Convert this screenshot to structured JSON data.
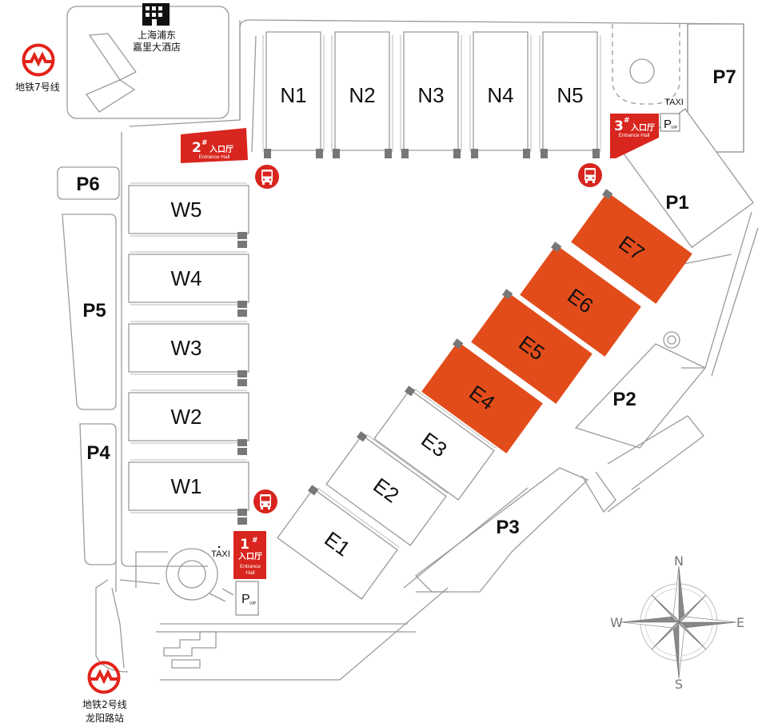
{
  "hotel": {
    "line1": "上海浦东",
    "line2": "嘉里大酒店"
  },
  "metro": {
    "line7": "地铁7号线",
    "line2": "地铁2号线",
    "line2_station": "龙阳路站"
  },
  "halls_north": [
    "N1",
    "N2",
    "N3",
    "N4",
    "N5"
  ],
  "halls_west": [
    "W5",
    "W4",
    "W3",
    "W2",
    "W1"
  ],
  "halls_east_white": [
    "E1",
    "E2",
    "E3"
  ],
  "halls_east_highlight": [
    "E4",
    "E5",
    "E6",
    "E7"
  ],
  "parking": [
    "P1",
    "P2",
    "P3",
    "P4",
    "P5",
    "P6",
    "P7"
  ],
  "entrances": {
    "e1": {
      "num": "1",
      "cn": "入口厅",
      "en1": "Entrance",
      "en2": "Hall"
    },
    "e2": {
      "num": "2",
      "cn": "入口厅",
      "en": "Entrance Hall"
    },
    "e3": {
      "num": "3",
      "cn": "入口厅",
      "en": "Entrance Hall"
    },
    "sup": "#"
  },
  "taxi": "TAXI",
  "vip_parking": {
    "p": "P",
    "sub": "VIP"
  },
  "compass": {
    "n": "N",
    "s": "S",
    "e": "E",
    "w": "W"
  },
  "colors": {
    "highlight": "#e24c1a",
    "entrance": "#d8251e",
    "metro": "#e2231a",
    "outline": "#9a9a9a"
  }
}
